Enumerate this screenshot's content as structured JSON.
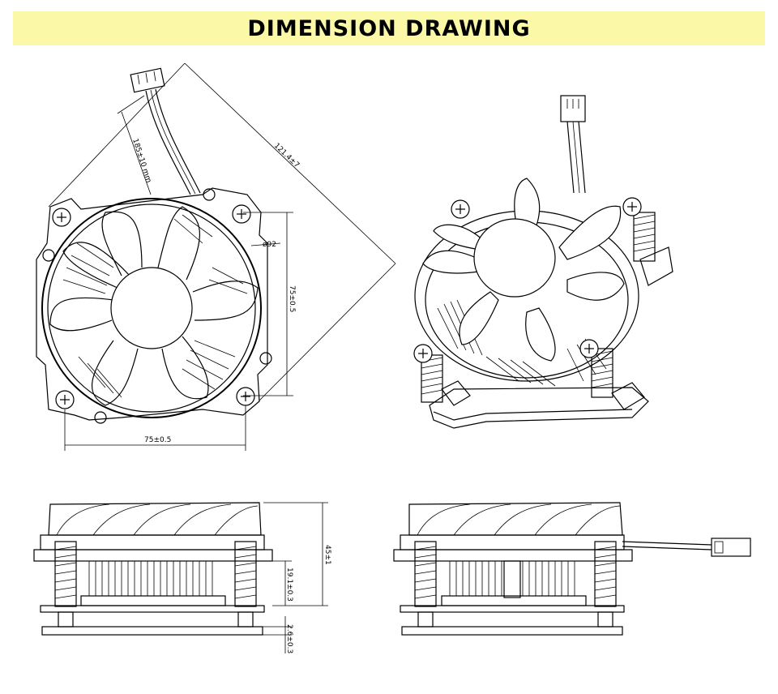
{
  "header": {
    "title": "DIMENSION DRAWING"
  },
  "dimensions": {
    "cable_length": "185±10 mm",
    "diagonal": "121.4±7",
    "fan_diameter": "ø92",
    "vertical_pitch": "75±0.5",
    "horizontal_pitch": "75±0.5",
    "total_height": "45±1",
    "spring_height": "19.1±0.3",
    "base_thickness": "2.6±0.3"
  }
}
